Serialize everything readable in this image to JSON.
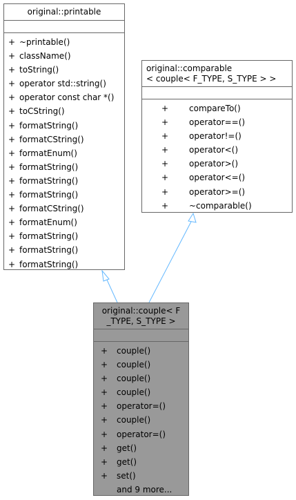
{
  "printable": {
    "title": "original::printable",
    "operations": [
      {
        "vis": "+",
        "name": "~printable()"
      },
      {
        "vis": "+",
        "name": "className()"
      },
      {
        "vis": "+",
        "name": "toString()"
      },
      {
        "vis": "+",
        "name": "operator std::string()"
      },
      {
        "vis": "+",
        "name": "operator const char *()"
      },
      {
        "vis": "+",
        "name": "toCString()"
      },
      {
        "vis": "+",
        "name": "formatString()"
      },
      {
        "vis": "+",
        "name": "formatCString()"
      },
      {
        "vis": "+",
        "name": "formatEnum()"
      },
      {
        "vis": "+",
        "name": "formatString()"
      },
      {
        "vis": "+",
        "name": "formatString()"
      },
      {
        "vis": "+",
        "name": "formatString()"
      },
      {
        "vis": "+",
        "name": "formatCString()"
      },
      {
        "vis": "+",
        "name": "formatEnum()"
      },
      {
        "vis": "+",
        "name": "formatString()"
      },
      {
        "vis": "+",
        "name": "formatString()"
      },
      {
        "vis": "+",
        "name": "formatString()"
      }
    ]
  },
  "comparable": {
    "title_line1": "original::comparable",
    "title_line2": "< couple< F_TYPE, S_TYPE > >",
    "operations": [
      {
        "vis": "+",
        "name": "compareTo()"
      },
      {
        "vis": "+",
        "name": "operator==()"
      },
      {
        "vis": "+",
        "name": "operator!=()"
      },
      {
        "vis": "+",
        "name": "operator<()"
      },
      {
        "vis": "+",
        "name": "operator>()"
      },
      {
        "vis": "+",
        "name": "operator<=()"
      },
      {
        "vis": "+",
        "name": "operator>=()"
      },
      {
        "vis": "+",
        "name": "~comparable()"
      }
    ]
  },
  "couple": {
    "title_line1": "original::couple< F",
    "title_line2": "_TYPE, S_TYPE >",
    "operations": [
      {
        "vis": "+",
        "name": "couple()"
      },
      {
        "vis": "+",
        "name": "couple()"
      },
      {
        "vis": "+",
        "name": "couple()"
      },
      {
        "vis": "+",
        "name": "couple()"
      },
      {
        "vis": "+",
        "name": "operator=()"
      },
      {
        "vis": "+",
        "name": "couple()"
      },
      {
        "vis": "+",
        "name": "operator=()"
      },
      {
        "vis": "+",
        "name": "get()"
      },
      {
        "vis": "+",
        "name": "get()"
      },
      {
        "vis": "+",
        "name": "set()"
      },
      {
        "vis": "",
        "name": "and 9 more..."
      }
    ]
  },
  "colors": {
    "border": "#666666",
    "highlight_fill": "#999999",
    "edge": "#63b8ff"
  }
}
